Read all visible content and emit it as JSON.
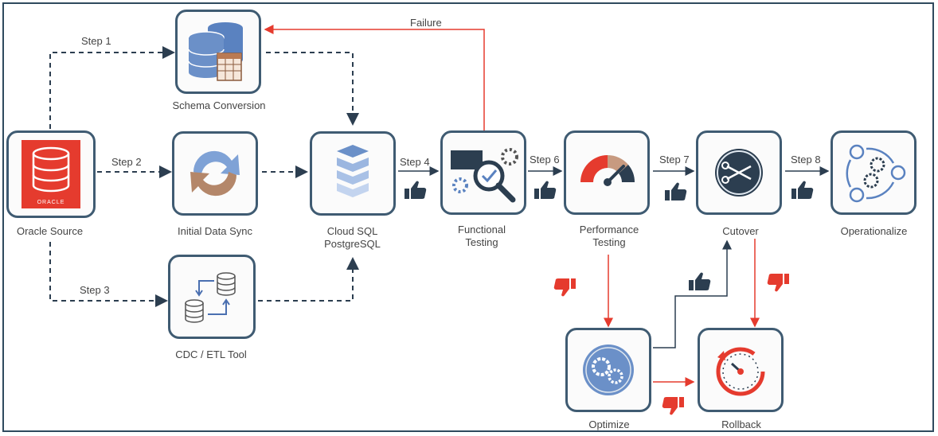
{
  "colors": {
    "node_border": "#3f5b72",
    "arrow_dark": "#2c3e50",
    "arrow_red": "#e53b2e",
    "accent_blue": "#5a82c0"
  },
  "nodes": {
    "oracle_source": {
      "label": "Oracle Source",
      "logo_text": "ORACLE"
    },
    "schema_conversion": {
      "label": "Schema Conversion"
    },
    "initial_data_sync": {
      "label": "Initial Data Sync"
    },
    "cdc_etl_tool": {
      "label": "CDC / ETL Tool"
    },
    "cloud_sql": {
      "label_line1": "Cloud SQL",
      "label_line2": "PostgreSQL"
    },
    "functional_testing": {
      "label_line1": "Functional",
      "label_line2": "Testing"
    },
    "performance_testing": {
      "label_line1": "Performance",
      "label_line2": "Testing"
    },
    "cutover": {
      "label": "Cutover"
    },
    "operationalize": {
      "label": "Operationalize"
    },
    "optimize": {
      "label": "Optimize"
    },
    "rollback": {
      "label": "Rollback"
    }
  },
  "edges": {
    "step1": "Step 1",
    "step2": "Step 2",
    "step3": "Step 3",
    "step4": "Step 4",
    "step6": "Step 6",
    "step7": "Step 7",
    "step8": "Step 8",
    "failure": "Failure"
  },
  "icons": [
    "database-icon",
    "table-icon",
    "sync-arrows-icon",
    "stacked-layers-icon",
    "magnifier-gear-icon",
    "gauge-icon",
    "scissors-icon",
    "gear-cycle-icon",
    "gear-icon",
    "rollback-timer-icon",
    "thumbs-up-icon",
    "thumbs-down-icon"
  ]
}
